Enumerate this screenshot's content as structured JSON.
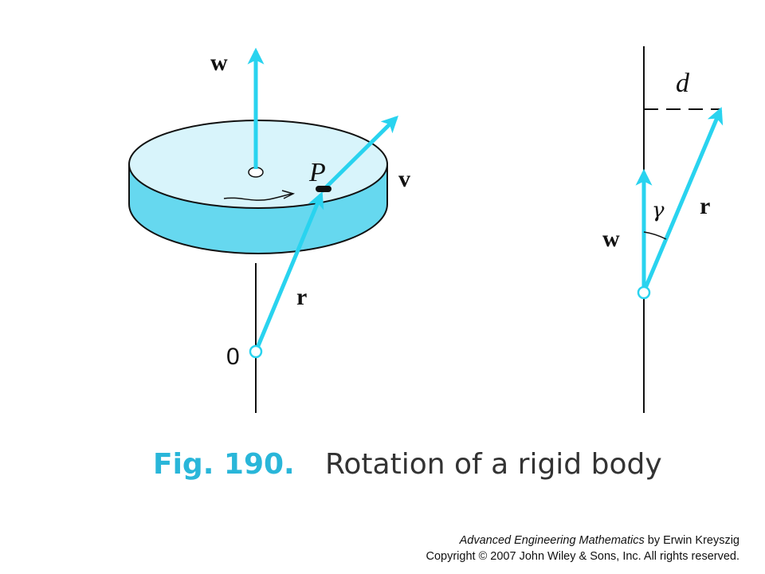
{
  "diagram": {
    "colors": {
      "arrow": "#29d3ef",
      "disk_top": "#d8f4fb",
      "disk_side": "#66d8ef",
      "line": "#111111",
      "caption_fig": "#29b6d9"
    },
    "left": {
      "w_label": "w",
      "p_label": "P",
      "v_label": "v",
      "r_label": "r",
      "origin_label": "0"
    },
    "right": {
      "d_label": "d",
      "gamma_label": "γ",
      "r_label": "r",
      "w_label": "w"
    },
    "caption": {
      "fig": "Fig. 190.",
      "text": "Rotation of a rigid body"
    },
    "credit": {
      "book": "Advanced Engineering Mathematics",
      "by": " by Erwin Kreyszig",
      "copyright": "Copyright © 2007 John Wiley & Sons, Inc.  All rights reserved."
    }
  }
}
